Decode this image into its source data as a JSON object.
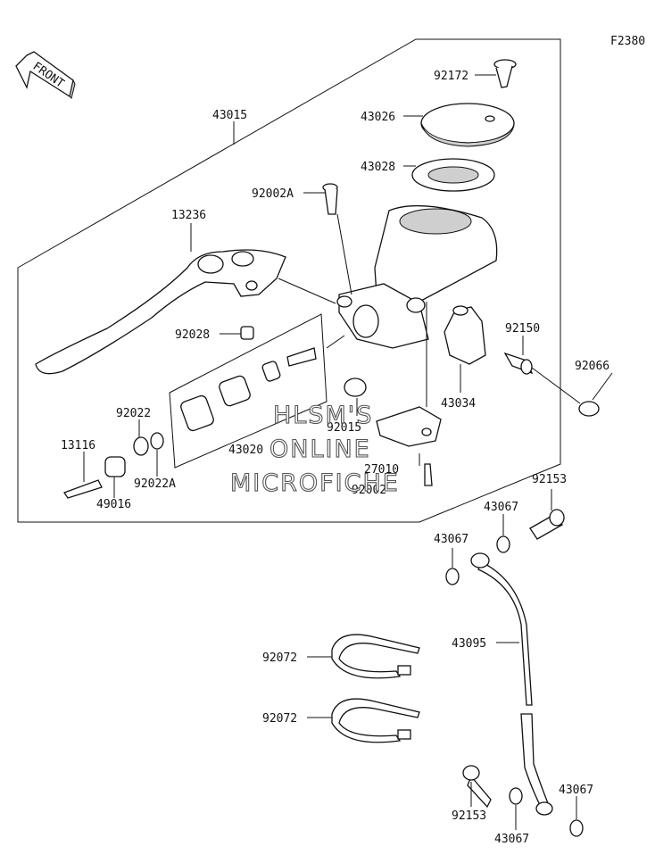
{
  "diagram": {
    "code": "F2380",
    "front_label": "FRONT",
    "labels": {
      "p92172": "92172",
      "p43026": "43026",
      "p43015": "43015",
      "p43028": "43028",
      "p92002A": "92002A",
      "p13236": "13236",
      "p92150": "92150",
      "p92028": "92028",
      "p92066": "92066",
      "p43034": "43034",
      "p92022": "92022",
      "p92015": "92015",
      "p43020": "43020",
      "p13116": "13116",
      "p92022A": "92022A",
      "p27010": "27010",
      "p92002": "92002",
      "p49016": "49016",
      "p92153a": "92153",
      "p43067a": "43067",
      "p43067b": "43067",
      "p43095": "43095",
      "p92072a": "92072",
      "p92072b": "92072",
      "p92153b": "92153",
      "p43067c": "43067",
      "p43067d": "43067"
    },
    "watermark": [
      "HLSM'S",
      "ONLINE",
      "MICROFICHE"
    ]
  }
}
